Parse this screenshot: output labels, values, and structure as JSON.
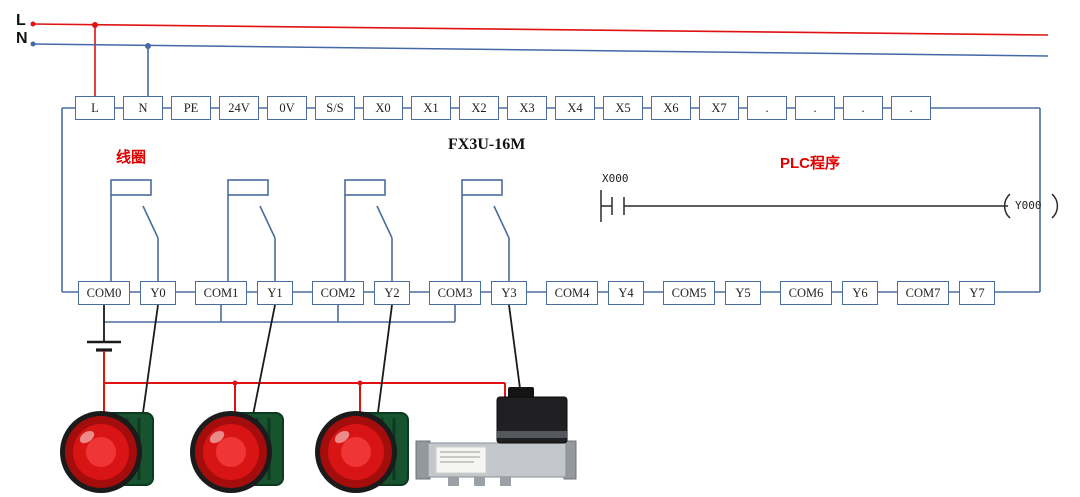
{
  "supply": {
    "line_label": "L",
    "neutral_label": "N"
  },
  "plc": {
    "model": "FX3U-16M",
    "top_terminals": [
      "L",
      "N",
      "PE",
      "24V",
      "0V",
      "S/S",
      "X0",
      "X1",
      "X2",
      "X3",
      "X4",
      "X5",
      "X6",
      "X7",
      ".",
      ".",
      ".",
      "."
    ],
    "bottom_terminals": [
      "COM0",
      "Y0",
      "COM1",
      "Y1",
      "COM2",
      "Y2",
      "COM3",
      "Y3",
      "COM4",
      "Y4",
      "COM5",
      "Y5",
      "COM6",
      "Y6",
      "COM7",
      "Y7"
    ]
  },
  "annotations": {
    "relay_coil": "线圈",
    "plc_program": "PLC程序"
  },
  "ladder": {
    "input_contact": "X000",
    "output_coil": "Y000"
  },
  "colors": {
    "live_wire": "#e01212",
    "neutral_wire": "#4668a8",
    "terminal_outline": "#4a6da0",
    "annotation": "#e00000",
    "device_wire": "#1a1a1a",
    "lamp_lens": "#d81414",
    "lamp_body": "#17532f"
  }
}
